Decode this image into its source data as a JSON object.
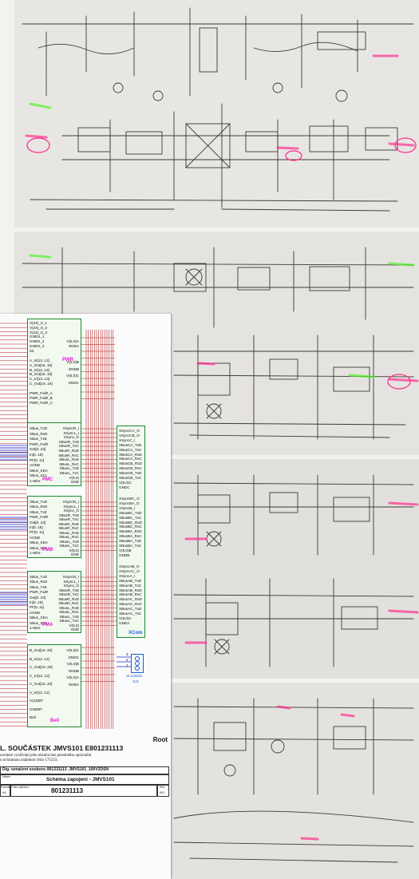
{
  "schematic": {
    "pwr_block": {
      "name": "PWR",
      "left_pins": [
        "V(24)_S_1",
        "V(24)_S_2",
        "V(24)_S_3",
        "GNDS_1",
        "GNDS_2",
        "GNDS_3",
        "ZZ"
      ],
      "right_pins": [
        "V(5,0)A",
        "GNDA"
      ],
      "group2_left": [
        "A_In[13..13]",
        "A_Out[16..16]",
        "B_In[13..13]",
        "B_Out[16..16]",
        "C_In[13..13]",
        "C_Out[16..16]"
      ],
      "group2_right": [
        "V(5,0)B",
        "GNDB",
        "V(5,0)C",
        "GNDC"
      ],
      "group3_left": [
        "PWR_Fail#_A",
        "PWR_Fail#_B",
        "PWR_Fail#_C"
      ]
    },
    "pmc_block": {
      "name": "PMC",
      "left_pins": [
        "XBus_TxD",
        "XBus_RxD",
        "XBus_TxE",
        "PWR_Fail#",
        "Out[0..23]",
        "In[0..15]",
        "PF[0..11]",
        "AGND",
        "SBus_SDA",
        "SBus_SCL",
        "1-Wire"
      ],
      "right_pins": [
        "XSyncR_I",
        "XSyncL_I",
        "XSync_O",
        "XBusR_TxD",
        "XBusR_TxC",
        "XBusR_RxD",
        "XBusR_RxC",
        "XBusL_RxD",
        "XBusL_RxC",
        "XBusL_TxD",
        "XBusL_TxC",
        "V(5,0)",
        "GND"
      ]
    },
    "pmb_block": {
      "name": "PMB",
      "left_pins": [
        "XBus_TxD",
        "XBus_RxD",
        "XBus_TxE",
        "PWR_Fail#",
        "Out[0..23]",
        "In[0..15]",
        "PF[0..11]",
        "AGND",
        "SBus_SDA",
        "SBus_SCL",
        "1-Wire"
      ],
      "right_pins": [
        "XSyncR_I",
        "XSyncL_I",
        "XSync_O",
        "XBusR_TxD",
        "XBusR_TxC",
        "XBusR_RxD",
        "XBusR_RxC",
        "XBusL_RxD",
        "XBusL_RxC",
        "XBusL_TxD",
        "XBusL_TxC",
        "V(5,0)",
        "GND"
      ]
    },
    "pma_block": {
      "name": "PMA",
      "left_pins": [
        "XBus_TxD",
        "XBus_RxD",
        "XBus_TxE",
        "PWR_Fail#",
        "Out[0..23]",
        "In[0..15]",
        "PF[0..11]",
        "AGND",
        "SBus_SDA",
        "SBus_SCL",
        "1-Wire"
      ],
      "right_pins": [
        "XSyncR_I",
        "XSyncL_I",
        "XSync_O",
        "XBusR_TxD",
        "XBusR_TxC",
        "XBusR_RxD",
        "XBusR_RxC",
        "XBusL_RxD",
        "XBusL_RxC",
        "XBusL_TxD",
        "XBusL_TxC",
        "V(5,0)",
        "GND"
      ]
    },
    "xcom_block": {
      "name": "XCom",
      "pins_c": [
        "XSyncCA_O",
        "XSyncCB_O",
        "XSyncC_I",
        "XBusCA_TxD",
        "XBusCA_TxC",
        "XBusCA_RxD",
        "XBusCA_RxC",
        "XBusCB_RxD",
        "XBusCB_RxC",
        "XBusCB_TxD",
        "XBusCB_TxC",
        "V(5,0)C",
        "GNDC"
      ],
      "pins_b": [
        "XSyncBC_O",
        "XSyncBA_O",
        "XSyncB_I",
        "XBusBC_TxD",
        "XBusBC_TxC",
        "XBusBC_RxD",
        "XBusBC_RxC",
        "XBusBA_RxD",
        "XBusBA_RxC",
        "XBusBA_TxD",
        "XBusBA_TxC",
        "V(5,0)B",
        "GNDB"
      ],
      "pins_a": [
        "XSyncAB_O",
        "XSyncAC_O",
        "XSyncA_I",
        "XBusAB_TxD",
        "XBusAB_TxC",
        "XBusAB_RxD",
        "XBusAB_RxC",
        "XBusAC_RxD",
        "XBusAC_RxC",
        "XBusAC_TxD",
        "XBusAC_TxC",
        "V(5,0)A",
        "GNDA"
      ]
    },
    "bell_block": {
      "name": "Bell",
      "left_pins": [
        "B_Out[19..20]",
        "B_In[12..12]",
        "C_Out[19..20]",
        "C_In[12..12]",
        "A_Out[19..20]",
        "A_In[12..12]",
        "V(24)BT",
        "GNDBT",
        "Bell"
      ],
      "right_pins": [
        "V(5,0)C",
        "GNDC",
        "V(5,0)B",
        "GNDB",
        "V(5,0)A",
        "GNDA"
      ]
    },
    "connector": {
      "part": "SL1/253G",
      "ref": "XJ1",
      "pins": [
        "3",
        "2",
        "1"
      ]
    },
    "title_block": {
      "root_label": "Root",
      "heading": "L. SOUČÁSTEK  JMVS101  E801231113",
      "notice_line1": "ovolené využívání jeho obsahu bez písemného oprávnění",
      "notice_line2": "o ochrannou známkou číslo 175323.",
      "file_label": "Dig. označení souboru:",
      "file_name": "801231113_JMVS101_100V2DSN",
      "name_label": "Název",
      "title": "Schéma zapojení - JMVS101",
      "format_label": "Formát",
      "format_value": "A4",
      "drawing_label": "Číslo výkresu",
      "drawing_number": "801231113",
      "rev_label": "Rev",
      "rev_value": "001"
    }
  },
  "colors": {
    "block_border": "#198a2a",
    "block_fill": "#f2faf0",
    "block_name": "#e31ad2",
    "wire_red": "#b41b1b",
    "wire_blue": "#1a2fd8",
    "highlighter_pink": "#ff2f8f",
    "highlighter_green": "#53f22b"
  }
}
